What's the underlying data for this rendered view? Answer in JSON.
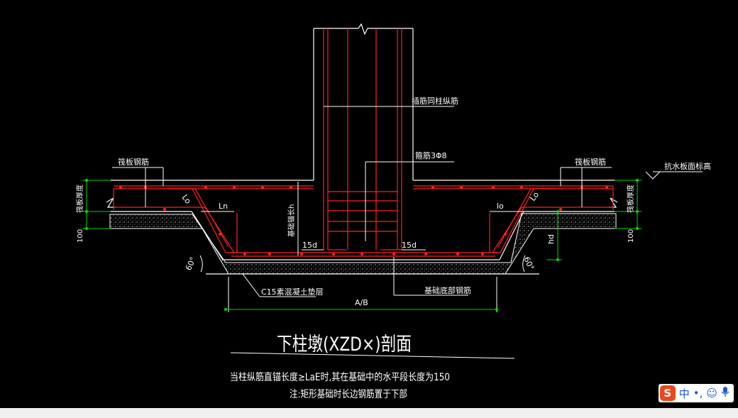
{
  "drawing": {
    "title": "下柱墩(XZD×)剖面",
    "note_line1": "当柱纵筋直锚长度≥LaE时,其在基础中的水平段长度为150",
    "note_line2": "注:矩形基础时长边钢筋置于下部"
  },
  "labels": {
    "column_bars": "插筋同柱纵筋",
    "stirrup": "箍筋3Φ8",
    "top_rebar_left": "筏板钢筋",
    "top_rebar_right": "筏板钢筋",
    "raft_thk_left": "筏板厚度",
    "raft_thk_right": "筏板厚度",
    "waterproof": "抗水板面标高",
    "anchor_length": "基础锚长h",
    "lo_left": "Lo",
    "lo_right": "Lo",
    "ln": "Ln",
    "l_right": "lo",
    "d15_left": "15d",
    "d15_right": "15d",
    "hd": "hd",
    "dim100_left": "100",
    "dim100_right": "100",
    "angle_left": "60°",
    "angle_right": "60°",
    "cushion": "C15素混凝土垫层",
    "bottom_rebar": "基础底部钢筋",
    "width": "A/B"
  },
  "colors": {
    "rebar": "#ff2020",
    "outline": "#ffffff",
    "dimension": "#00dd00",
    "concrete": "#c8c8c8",
    "background": "#000000"
  },
  "ime": {
    "logo": "S",
    "mode": "中",
    "punct": "•,",
    "icons": [
      "smiley-icon",
      "microphone-icon"
    ]
  }
}
